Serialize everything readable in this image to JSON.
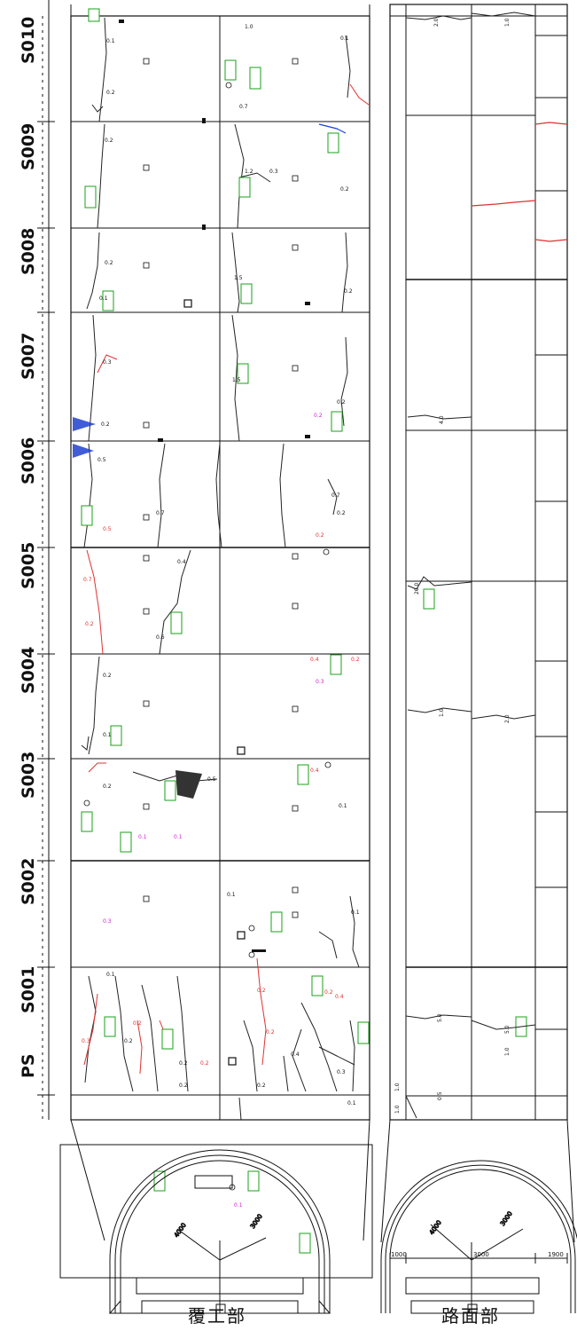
{
  "segments": [
    {
      "id": "PS"
    },
    {
      "id": "S001"
    },
    {
      "id": "S002"
    },
    {
      "id": "S003"
    },
    {
      "id": "S004"
    },
    {
      "id": "S005"
    },
    {
      "id": "S006"
    },
    {
      "id": "S007"
    },
    {
      "id": "S008"
    },
    {
      "id": "S009"
    },
    {
      "id": "S010"
    }
  ],
  "lining_panel": {
    "caption": "覆工部"
  },
  "road_panel": {
    "caption": "路面部",
    "dims": {
      "left": "1000",
      "center": "3000",
      "right": "1900"
    }
  },
  "colors": {
    "crack": "#222222",
    "crack_red": "#e03030",
    "note_magenta": "#d020d0",
    "tag_green": "#1aa01a",
    "leak_blue": "#2040d0",
    "frame": "#111111"
  }
}
